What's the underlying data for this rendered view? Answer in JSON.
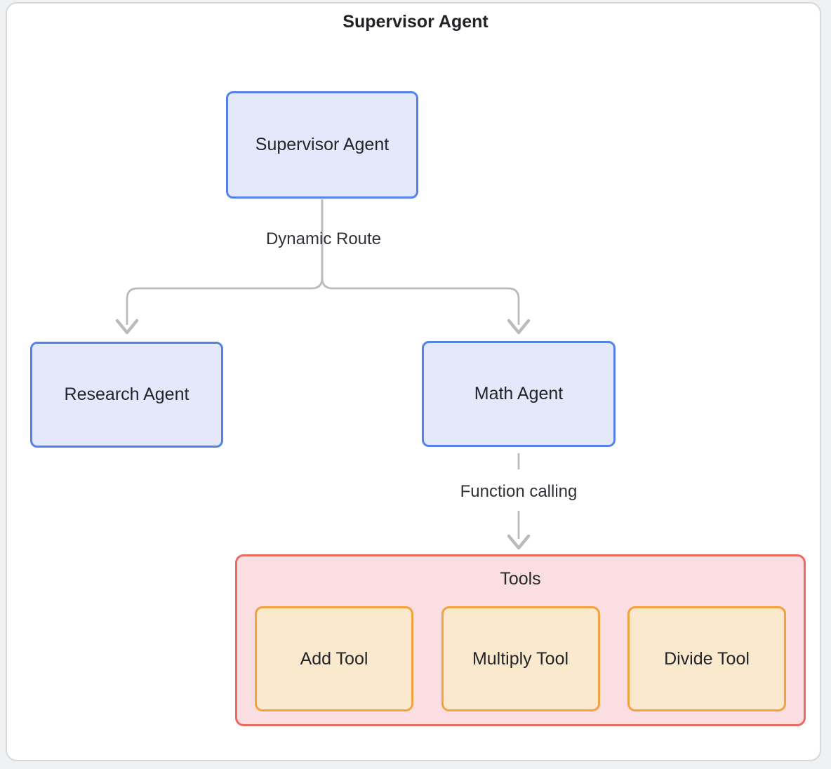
{
  "diagram": {
    "title": "Supervisor Agent",
    "nodes": {
      "supervisor": {
        "label": "Supervisor Agent"
      },
      "research": {
        "label": "Research Agent"
      },
      "math": {
        "label": "Math Agent"
      }
    },
    "edges": {
      "dynamic_route": {
        "label": "Dynamic Route"
      },
      "function_calling": {
        "label": "Function calling"
      }
    },
    "tools_group": {
      "title": "Tools",
      "tools": [
        {
          "label": "Add Tool"
        },
        {
          "label": "Multiply Tool"
        },
        {
          "label": "Divide Tool"
        }
      ]
    },
    "colors": {
      "agent_fill": "#e3e9fa",
      "agent_border": "#5582e8",
      "tools_fill": "#fadee1",
      "tools_border": "#ed6a61",
      "tool_fill": "#fbe9ce",
      "tool_border": "#f2a23e",
      "edge_line": "#b9bbbe",
      "frame_border": "#d6d8dc",
      "text": "#21252a"
    }
  }
}
